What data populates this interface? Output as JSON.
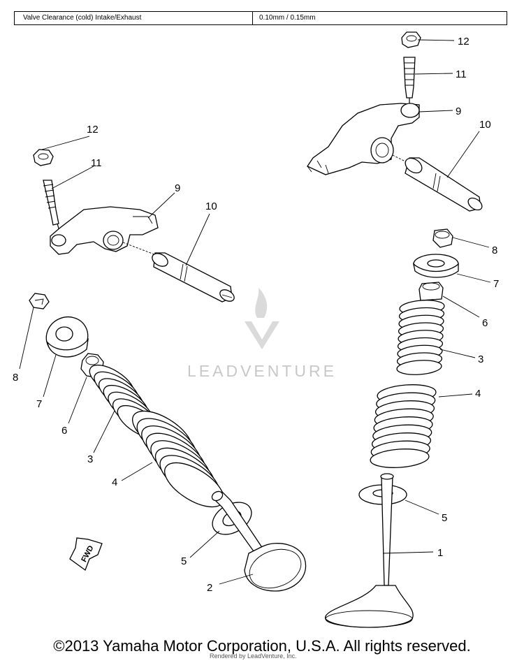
{
  "spec": {
    "label": "Valve Clearance (cold) Intake/Exhaust",
    "value": "0.10mm / 0.15mm"
  },
  "callouts": {
    "n1": "1",
    "n2": "2",
    "n3": "3",
    "n4": "4",
    "n5": "5",
    "n6": "6",
    "n7": "7",
    "n8": "8",
    "n9": "9",
    "n10": "10",
    "n11": "11",
    "n12": "12"
  },
  "fwd_label": "FWD",
  "watermark": "LEADVENTURE",
  "footer": {
    "copyright": "©2013 Yamaha Motor Corporation, U.S.A. All rights reserved.",
    "rendered_by": "Rendered by LeadVenture, Inc."
  }
}
